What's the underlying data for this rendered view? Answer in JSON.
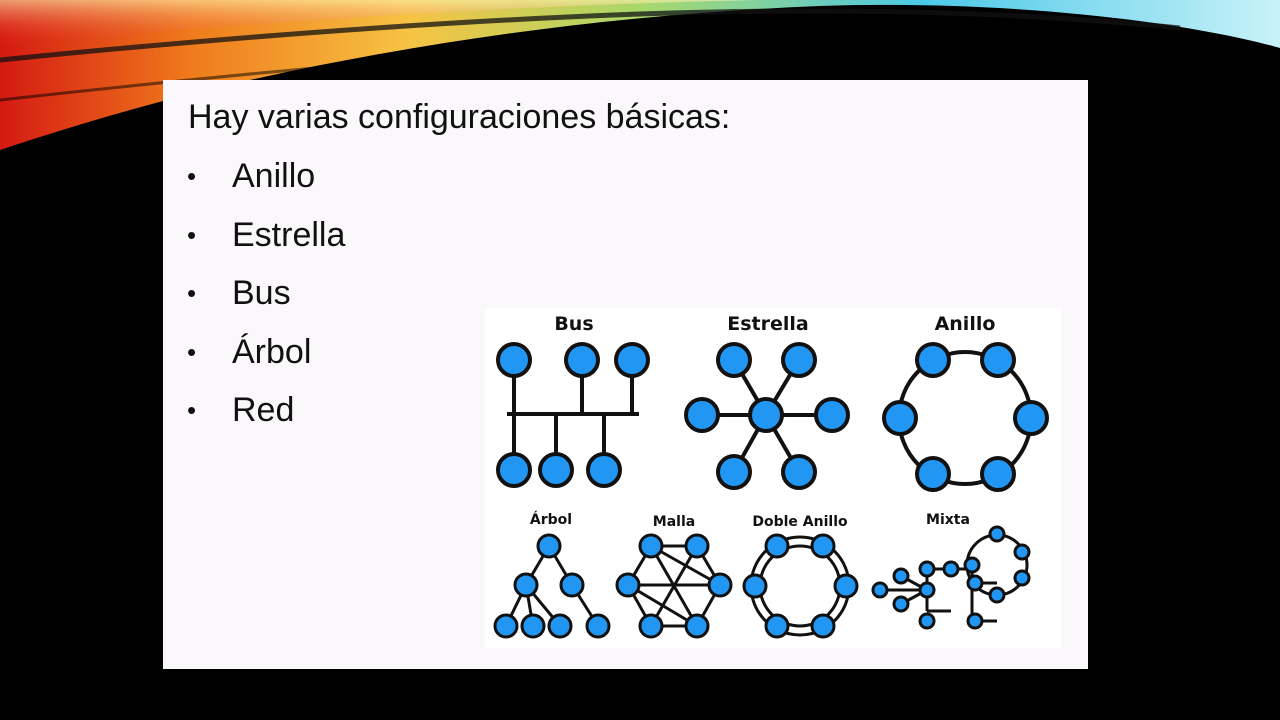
{
  "slide": {
    "heading": "Hay varias configuraciones básicas:",
    "bullets": [
      "Anillo",
      "Estrella",
      "Bus",
      "Árbol",
      "Red"
    ],
    "bullet_glyph": "•"
  },
  "figure": {
    "labels": {
      "bus": "Bus",
      "estrella": "Estrella",
      "anillo": "Anillo",
      "arbol": "Árbol",
      "malla": "Malla",
      "doble_anillo": "Doble Anillo",
      "mixta": "Mixta"
    },
    "node_color": "#2196f3",
    "stroke_color": "#111111"
  },
  "theme": {
    "background": "#000000",
    "panel": "#faf8fa",
    "swoosh_colors": [
      "#e8261b",
      "#f07b1c",
      "#f6c343",
      "#a8d86a",
      "#4cc8e8",
      "#b8ecf4"
    ]
  }
}
